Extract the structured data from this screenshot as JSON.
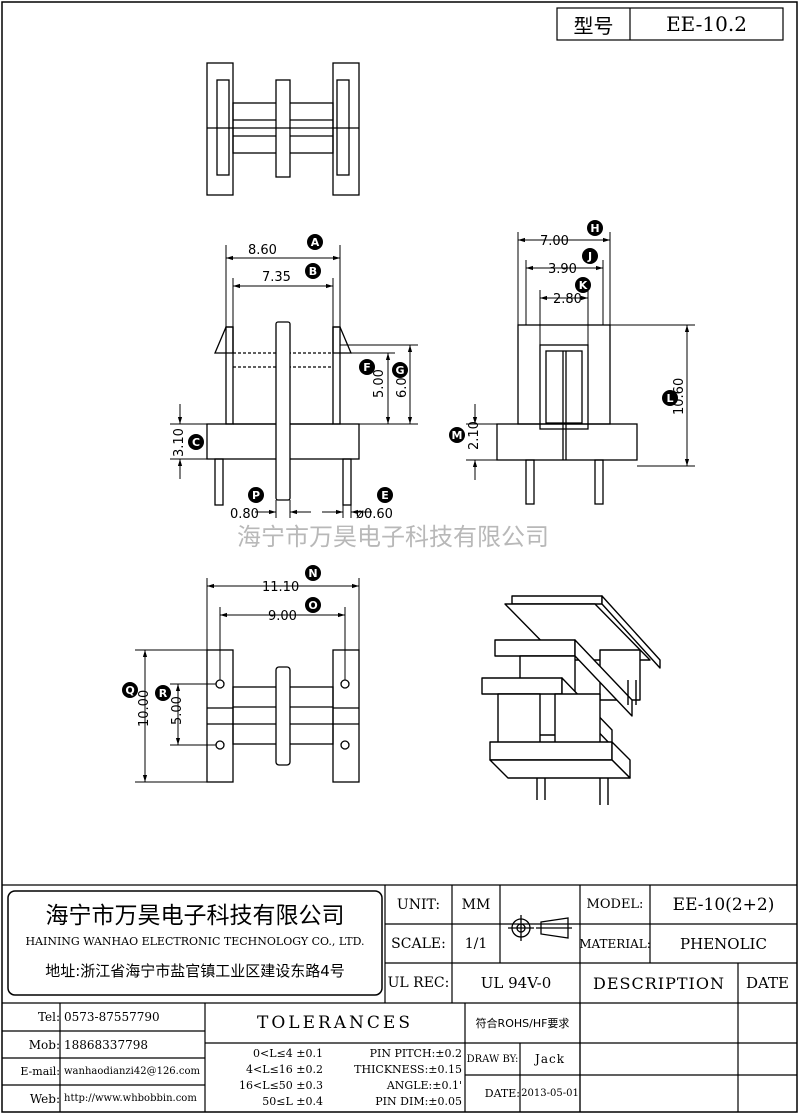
{
  "title_block": {
    "type_label": "型号",
    "type_value": "EE-10.2"
  },
  "watermark": "海宁市万昊电子科技有限公司",
  "dimensions": {
    "A": {
      "letter": "A",
      "value": "8.60"
    },
    "B": {
      "letter": "B",
      "value": "7.35"
    },
    "C": {
      "letter": "C",
      "value": "3.10"
    },
    "E": {
      "letter": "E",
      "value": "ø0.60"
    },
    "F": {
      "letter": "F",
      "value": "5.00"
    },
    "G": {
      "letter": "G",
      "value": "6.00"
    },
    "H": {
      "letter": "H",
      "value": "7.00"
    },
    "J": {
      "letter": "J",
      "value": "3.90"
    },
    "K": {
      "letter": "K",
      "value": "2.80"
    },
    "L": {
      "letter": "L",
      "value": "10.60"
    },
    "M": {
      "letter": "M",
      "value": "2.10"
    },
    "N": {
      "letter": "N",
      "value": "11.10"
    },
    "O": {
      "letter": "O",
      "value": "9.00"
    },
    "P": {
      "letter": "P",
      "value": "0.80"
    },
    "Q": {
      "letter": "Q",
      "value": "10.00"
    },
    "R": {
      "letter": "R",
      "value": "5.00"
    }
  },
  "company": {
    "name_cn": "海宁市万昊电子科技有限公司",
    "name_en": "HAINING WANHAO ELECTRONIC TECHNOLOGY CO., LTD.",
    "address": "地址:浙江省海宁市盐官镇工业区建设东路4号"
  },
  "info": {
    "unit_label": "UNIT:",
    "unit_value": "MM",
    "scale_label": "SCALE:",
    "scale_value": "1/1",
    "ulrec_label": "UL REC:",
    "ulrec_value": "UL 94V-0",
    "model_label": "MODEL:",
    "model_value": "EE-10(2+2)",
    "material_label": "MATERIAL:",
    "material_value": "PHENOLIC",
    "description_label": "DESCRIPTION",
    "date_label": "DATE"
  },
  "contacts": [
    {
      "label": "Tel:",
      "value": "0573-87557790"
    },
    {
      "label": "Mob:",
      "value": "18868337798"
    },
    {
      "label": "E-mail:",
      "value": "wanhaodianzi42@126.com"
    },
    {
      "label": "Web:",
      "value": "http://www.whbobbin.com"
    }
  ],
  "tolerances": {
    "title": "TOLERANCES",
    "ranges": [
      "0<L≤4 ±0.1",
      "4<L≤16 ±0.2",
      "16<L≤50 ±0.3",
      "50≤L ±0.4"
    ],
    "others": [
      "PIN PITCH:±0.2",
      "THICKNESS:±0.15",
      "ANGLE:±0.1'",
      "PIN DIM:±0.05"
    ]
  },
  "approval": {
    "rohs": "符合ROHS/HF要求",
    "drawby_label": "DRAW BY:",
    "drawby_value": "Jack",
    "date_label": "DATE:",
    "date_value": "2013-05-01"
  }
}
